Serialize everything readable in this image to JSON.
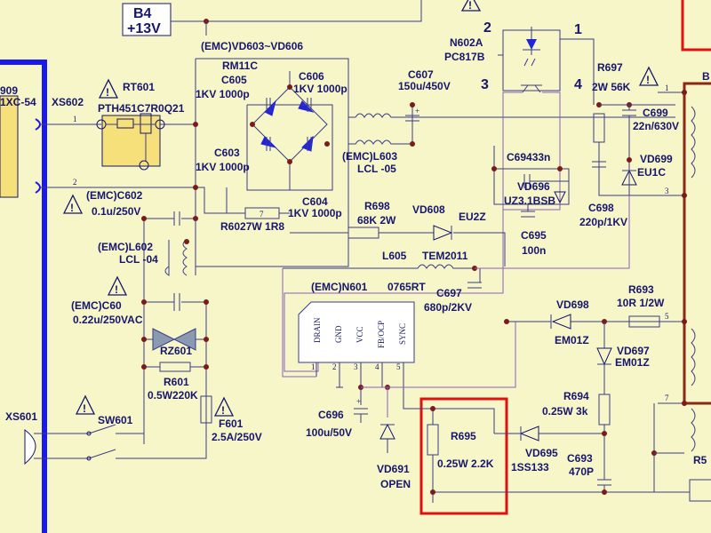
{
  "colors": {
    "background": "#f7f6c8",
    "wire": "#3b3b8a",
    "purple_wire": "#8a5fc0",
    "label": "#16166e",
    "bus": "#1a1aee",
    "highlight": "#e01010",
    "transformer": "#8a2a14",
    "diode_fill": "#2323dd",
    "node": "#7a1a1a"
  },
  "labels": {
    "b4": "B4",
    "b4_voltage": "+13V",
    "emc_bridge": "(EMC)VD603~VD606",
    "bridge_part": "RM11C",
    "c605": "C605",
    "c605_value": "1KV 1000p",
    "c606": "C606",
    "c606_value": "1KV 1000p",
    "c603": "C603",
    "c603_value": "1KV 1000p",
    "c604": "C604",
    "c604_value": "1KV 1000p",
    "c607": "C607",
    "c607_value": "150u/450V",
    "n602a": "N602A",
    "n602a_part": "PC817B",
    "opto_pin2": "2",
    "opto_pin1": "1",
    "opto_pin3": "3",
    "opto_pin4": "4",
    "r697": "R697",
    "r697_value": "2W 56K",
    "c699": "C699",
    "c699_value": "22n/630V",
    "vd699": "VD699",
    "vd699_part": "EU1C",
    "c694": "C69433n",
    "vd696": "VD696",
    "vd696_part": "UZ3.1BSB",
    "c698": "C698",
    "c698_value": "220p/1KV",
    "c695": "C695",
    "c695_value": "100n",
    "rt601": "RT601",
    "rt601_part": "PTH451C7R0Q21",
    "xs602": "1XC-54",
    "xs602_name": "XS602",
    "j909": "909",
    "emc_l603": "(EMC)L603",
    "l603_part": "LCL -05",
    "emc_c602": "(EMC)C602",
    "c602_value": "0.1u/250V",
    "r602": "R6027W 1R8",
    "r602_pin": "7",
    "r698": "R698",
    "r698_value": "68K  2W",
    "vd608": "VD608",
    "vd608_part": "EU2Z",
    "emc_l602": "(EMC)L602",
    "l602_part": "LCL -04",
    "l605": "L605",
    "l605_part": "TEM2011",
    "c697": "C697",
    "c697_value": "680p/2KV",
    "emc_n601": "(EMC)N601",
    "n601_part": "0765RT",
    "emc_c601": "(EMC)C60",
    "c601_value": "0.22u/250VAC",
    "rz601": "RZ601",
    "r601": "R601",
    "r601_value": "0.5W220K",
    "f601": "F601",
    "f601_value": "2.5A/250V",
    "xs601": "XS601",
    "sw601": "SW601",
    "vd698": "VD698",
    "vd698_part": "EM01Z",
    "r693": "R693",
    "r693_value": "10R 1/2W",
    "vd697": "VD697",
    "vd697_part": "EM01Z",
    "r694": "R694",
    "r694_value": "0.25W 3k",
    "c693": "C693",
    "c693_value": "470P",
    "c696": "C696",
    "c696_value": "100u/50V",
    "vd691": "VD691",
    "vd691_state": "OPEN",
    "r695": "R695",
    "r695_value": "0.25W 2.2K",
    "vd695": "VD695",
    "vd695_part": "1SS133",
    "r5_partial": "R5",
    "b_partial": "B",
    "pin_drain": "DRAIN",
    "pin_gnd": "GND",
    "pin_vcc": "VCC",
    "pin_fb": "FB/OCP",
    "pin_sync": "SYNC",
    "n601_pin1": "1",
    "n601_pin2": "2",
    "n601_pin3": "3",
    "n601_pin4": "4",
    "n601_pin5": "5",
    "t_pin1": "1",
    "t_pin3": "3",
    "t_pin5": "5",
    "t_pin7": "7",
    "xs_pin1": "1",
    "xs_pin2": "2",
    "warn": "!",
    "plus": "+"
  }
}
